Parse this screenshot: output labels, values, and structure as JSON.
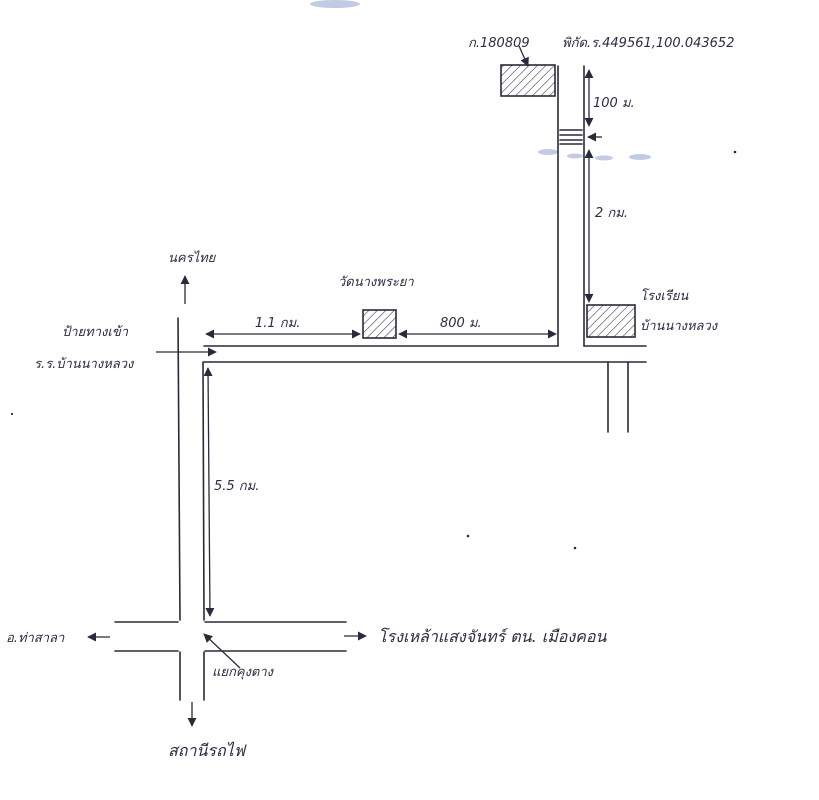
{
  "header": {
    "point_id": "ก.180809",
    "coordinates": "พิกัด.ร.449561,100.043652"
  },
  "distances": {
    "north_seg_100m": "100 ม.",
    "north_seg_2km": "2 กม.",
    "west_seg": "1.1 กม.",
    "mid_seg": "800 ม.",
    "south_seg": "5.5 กม."
  },
  "places": {
    "nakhon_thai": "นครไทย",
    "power_station_line1": "ป้ายทางเข้า",
    "power_station_line2": "ร.ร.บ้านนางหลวง",
    "temple": "วัดนางพระยา",
    "school_line1": "โรงเรียน",
    "school_line2": "บ้านนางหลวง",
    "tha_sala": "อ.ท่าสาลา",
    "distillery": "โรงเหล้าแสงจันทร์ ตน. เมืองคอน",
    "kuang_junction": "แยกคุงตาง",
    "ban_kok": "สถานีรถไฟ"
  },
  "colors": {
    "ink": "#2c2c44",
    "smudge": "#8fa0cc"
  }
}
